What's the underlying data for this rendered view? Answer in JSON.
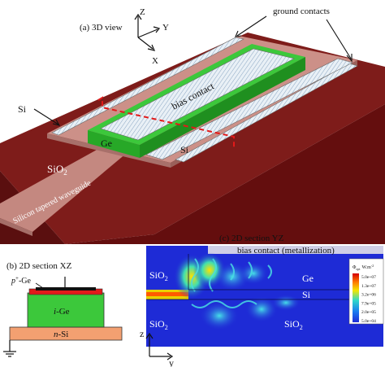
{
  "panel_a": {
    "caption": "(a) 3D view",
    "axes": {
      "z": "Z",
      "y": "Y",
      "x": "X"
    },
    "ground_contacts": "ground contacts",
    "bias_contact": "bias contact",
    "si_left": "Si",
    "si_right": "Si",
    "ge": "Ge",
    "sio2": {
      "base": "SiO",
      "sub": "2"
    },
    "waveguide": "Silicon tapered waveguide"
  },
  "panel_b": {
    "caption": "(b) 2D section XZ",
    "p_ge": {
      "p": "p",
      "sup": "+",
      "rest": "-Ge"
    },
    "i_ge": {
      "i": "i",
      "rest": "-Ge"
    },
    "n_si": {
      "n": "n",
      "rest": "-Si"
    }
  },
  "panel_c": {
    "caption": "(c) 2D section YZ",
    "metallization": "bias contact (metallization)",
    "sio2_top_left": {
      "base": "SiO",
      "sub": "2"
    },
    "sio2_bottom_left": {
      "base": "SiO",
      "sub": "2"
    },
    "sio2_bottom_right": {
      "base": "SiO",
      "sub": "2"
    },
    "ge": "Ge",
    "si": "Si",
    "axis_z": "z",
    "axis_y": "y",
    "colorbar": {
      "title": "Φ",
      "title_sub": "opt",
      "unit": "W.m",
      "unit_sup": "-2",
      "ticks": [
        "5.0e+07",
        "1.3e+07",
        "3.2e+06",
        "7.9e+05",
        "2.0e+05",
        "5.0e+04"
      ]
    }
  },
  "colors": {
    "sio2": "#7a1818",
    "silicon": "#c48a84",
    "ge_green": "#37c336",
    "metal_hatch": "#d6e4ef",
    "red_dash": "#e21a1a",
    "field_bg": "#1e2bd6"
  }
}
